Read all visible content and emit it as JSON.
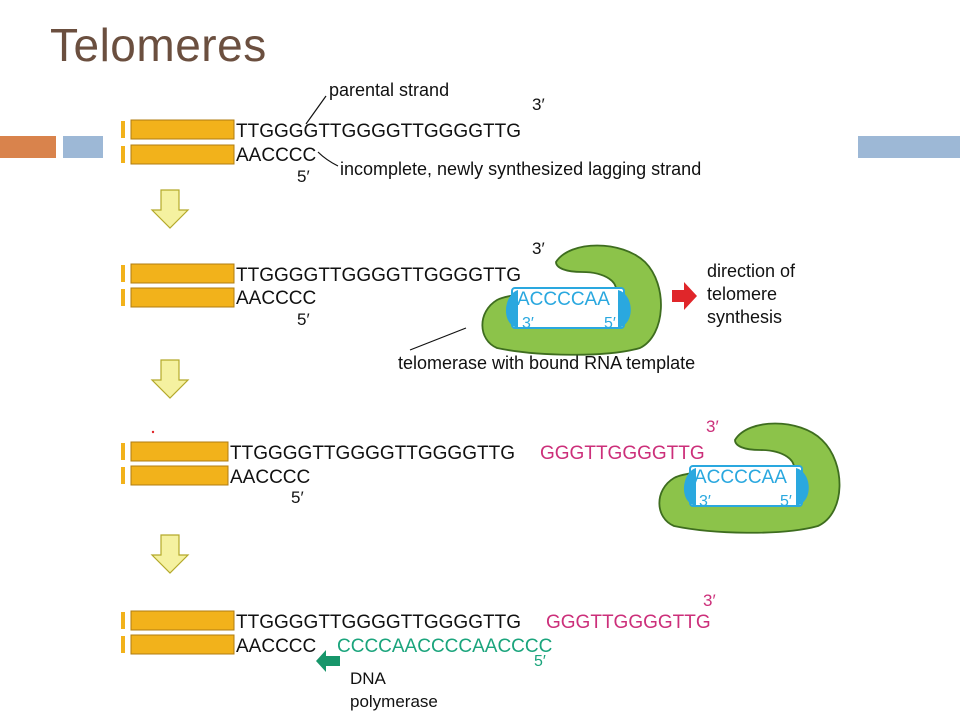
{
  "slide": {
    "title": "Telomeres"
  },
  "colors": {
    "title": "#6b4f3f",
    "accent_orange": "#d9834c",
    "accent_blue": "#9db8d6",
    "dna_bar": "#f2b21b",
    "new_dna": "#cc2f7a",
    "rna_template": "#2aa8df",
    "telomerase": "#8cc34a",
    "lagging_new": "#1aa47c",
    "arrow": "#f5f1a0",
    "direction_arrow": "#e0262a",
    "polymerase_arrow": "#17966a"
  },
  "step1": {
    "top_strand": "TTGGGGTTGGGGTTGGGGTTG",
    "three_prime": "3′",
    "bottom_strand": "AACCCC",
    "five_prime": "5′",
    "label_parental": "parental strand",
    "label_lagging": "incomplete, newly synthesized lagging strand"
  },
  "step2": {
    "top_strand": "TTGGGGTTGGGGTTGGGGTTG",
    "three_prime": "3′",
    "bottom_strand": "AACCCC",
    "five_prime": "5′",
    "rna_template": "ACCCCAA",
    "rna_three": "3′",
    "rna_five": "5′",
    "direction_label": [
      "direction of",
      "telomere",
      "synthesis"
    ],
    "enzyme_label": "telomerase with bound RNA template"
  },
  "step3": {
    "top_strand": "TTGGGGTTGGGGTTGGGGTTG",
    "top_extension": "GGGTTGGGGTTG",
    "three_prime": "3′",
    "bottom_strand": "AACCCC",
    "five_prime": "5′",
    "rna_template": "ACCCCAA",
    "rna_three": "3′",
    "rna_five": "5′"
  },
  "step4": {
    "top_strand": "TTGGGGTTGGGGTTGGGGTTG",
    "top_extension": "GGGTTGGGGTTG",
    "three_prime": "3′",
    "bottom_strand": "AACCCC",
    "bottom_extension": "CCCCAACCCCAACCCC",
    "five_prime": "5′",
    "polymerase_label": [
      "DNA",
      "polymerase"
    ]
  }
}
